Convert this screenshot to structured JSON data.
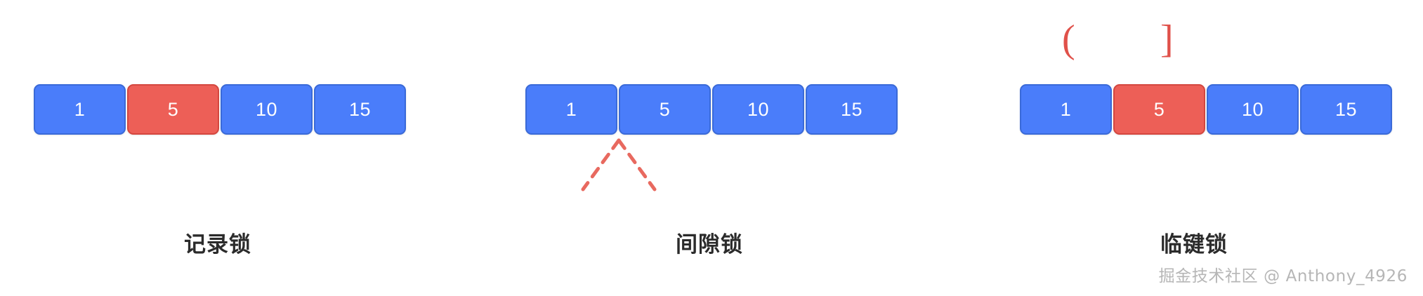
{
  "diagram": {
    "title_semantic": "MySQL InnoDB lock types",
    "colors": {
      "box_blue_fill": "#4a7dfa",
      "box_blue_border": "#3a6ad8",
      "box_red_fill": "#ed5f57",
      "box_red_border": "#d4473f",
      "accent_red": "#e0514a",
      "dashed_red": "#e8695f",
      "caption_text": "#2b2b2b",
      "watermark_text": "#b6b6b6",
      "background": "#ffffff"
    },
    "groups": [
      {
        "id": "record-lock",
        "caption": "记录锁",
        "cells": [
          {
            "value": "1",
            "state": "normal"
          },
          {
            "value": "5",
            "state": "locked"
          },
          {
            "value": "10",
            "state": "normal"
          },
          {
            "value": "15",
            "state": "normal"
          }
        ],
        "annotation": "none"
      },
      {
        "id": "gap-lock",
        "caption": "间隙锁",
        "cells": [
          {
            "value": "1",
            "state": "normal"
          },
          {
            "value": "5",
            "state": "normal"
          },
          {
            "value": "10",
            "state": "normal"
          },
          {
            "value": "15",
            "state": "normal"
          }
        ],
        "annotation": "dashed-v-marker-between-1-and-5"
      },
      {
        "id": "next-key-lock",
        "caption": "临键锁",
        "cells": [
          {
            "value": "1",
            "state": "normal"
          },
          {
            "value": "5",
            "state": "locked"
          },
          {
            "value": "10",
            "state": "normal"
          },
          {
            "value": "15",
            "state": "normal"
          }
        ],
        "annotation": "interval-bracket",
        "interval": {
          "open": "(",
          "close": "]"
        }
      }
    ]
  },
  "watermark": "掘金技术社区 @ Anthony_4926"
}
